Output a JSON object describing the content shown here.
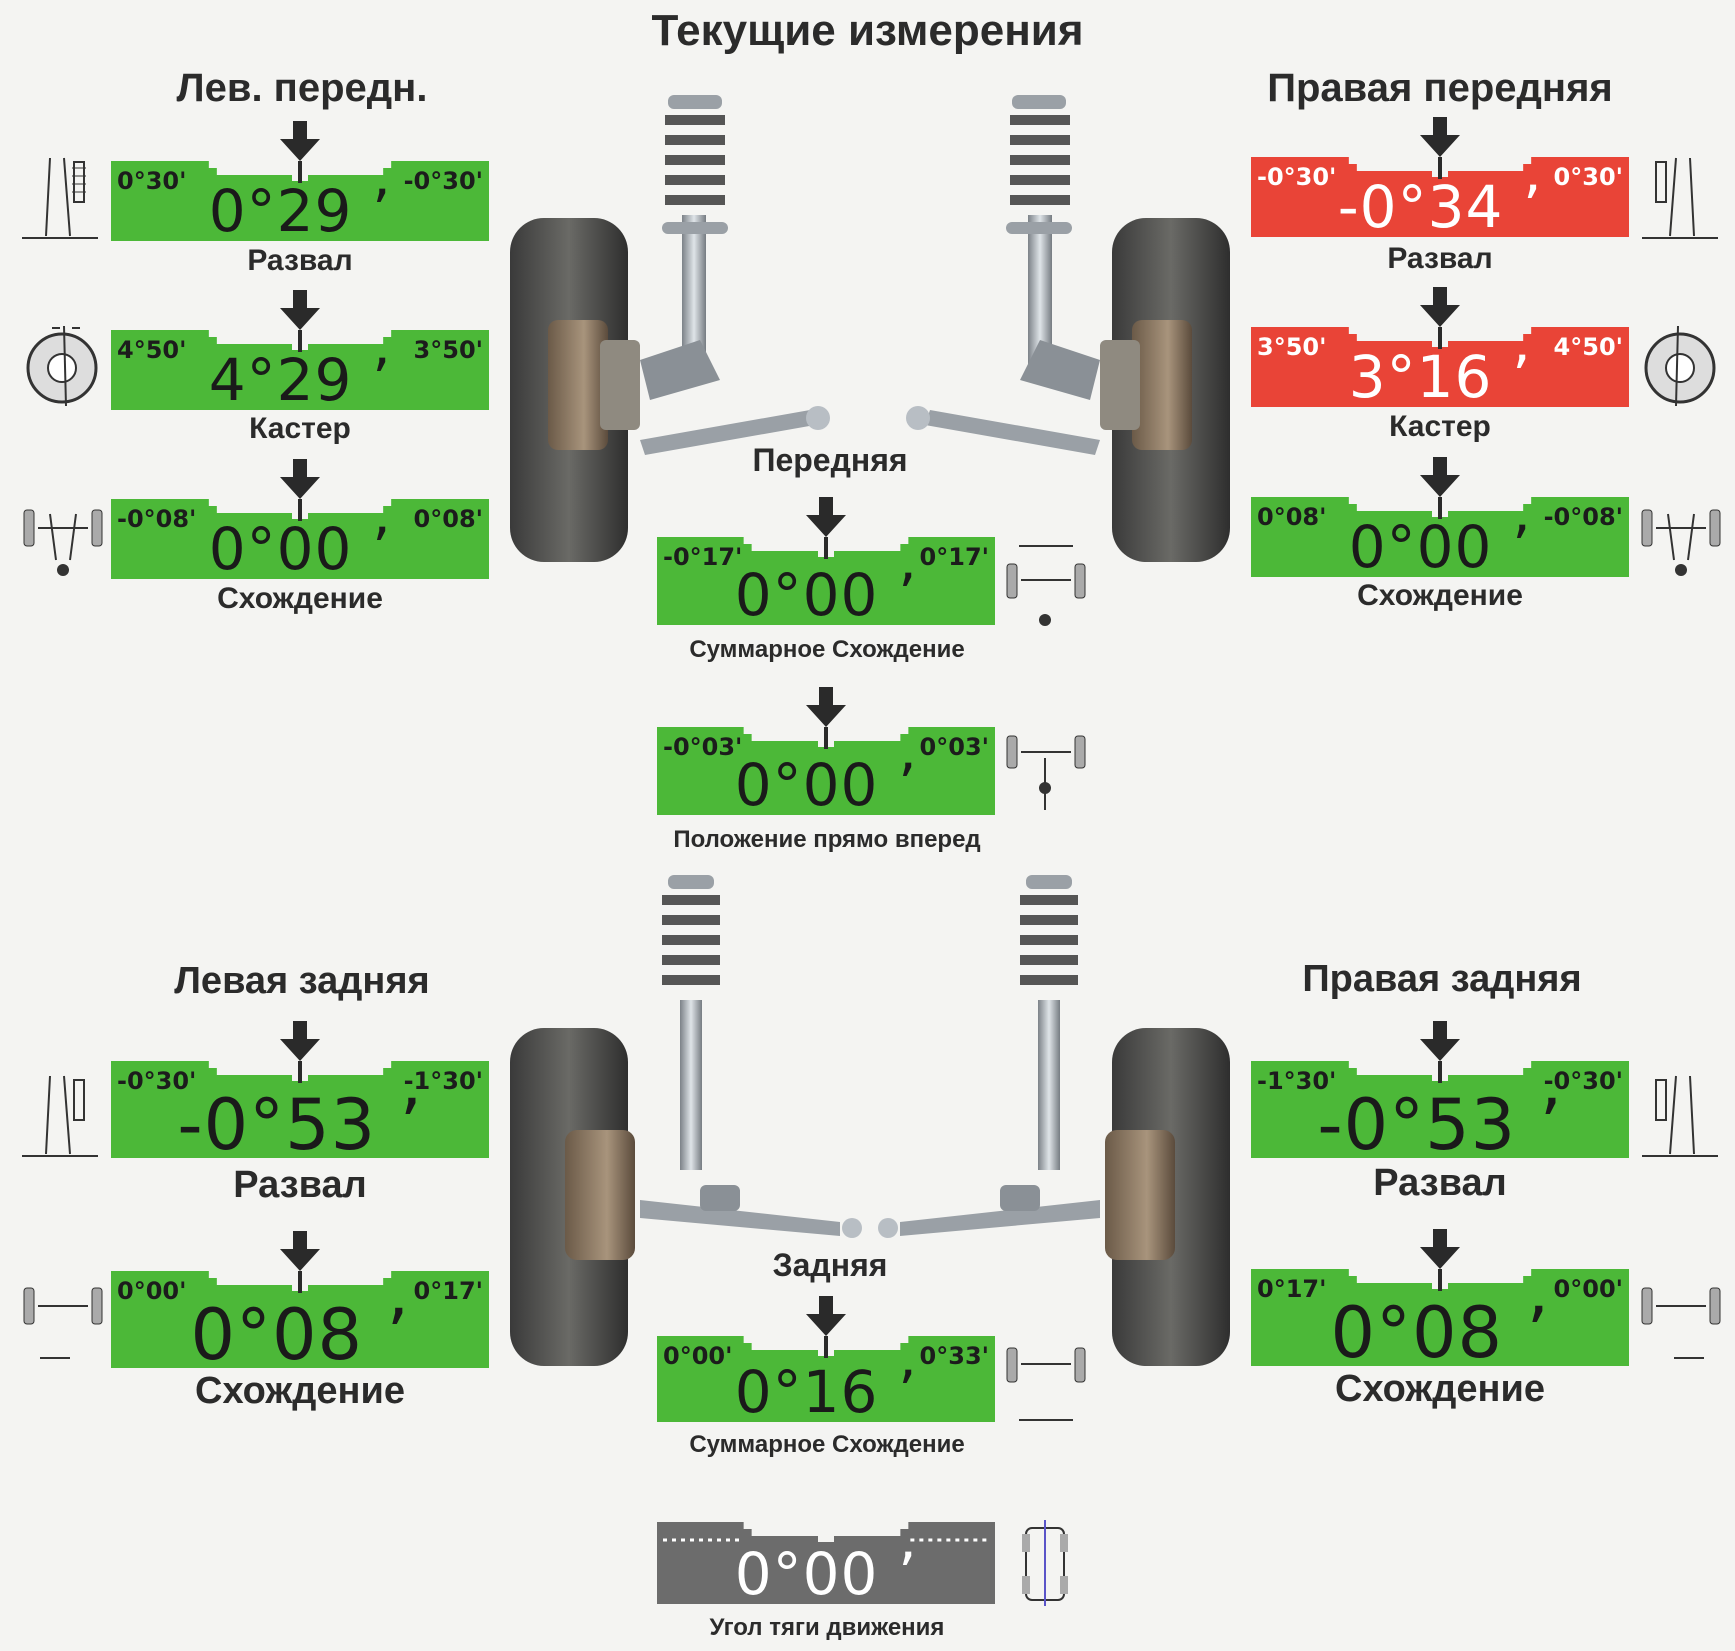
{
  "page_title": "Текущие измерения",
  "colors": {
    "ok": "#4cb838",
    "bad": "#e94437",
    "neutral": "#6c6c6c"
  },
  "front": {
    "axle_label": "Передняя",
    "left": {
      "title": "Лев. передн.",
      "camber": {
        "label": "Развал",
        "min": "0°30'",
        "max": "-0°30'",
        "value": "0°29",
        "status": "ok"
      },
      "caster": {
        "label": "Кастер",
        "min": "4°50'",
        "max": "3°50'",
        "value": "4°29",
        "status": "ok"
      },
      "toe": {
        "label": "Схождение",
        "min": "-0°08'",
        "max": "0°08'",
        "value": "0°00",
        "status": "ok"
      }
    },
    "right": {
      "title": "Правая передняя",
      "camber": {
        "label": "Развал",
        "min": "-0°30'",
        "max": "0°30'",
        "value": "-0°34",
        "status": "bad"
      },
      "caster": {
        "label": "Кастер",
        "min": "3°50'",
        "max": "4°50'",
        "value": "3°16",
        "status": "bad"
      },
      "toe": {
        "label": "Схождение",
        "min": "0°08'",
        "max": "-0°08'",
        "value": "0°00",
        "status": "ok"
      }
    },
    "total_toe": {
      "label": "Суммарное Схождение",
      "min": "-0°17'",
      "max": "0°17'",
      "value": "0°00",
      "status": "ok"
    },
    "straight_ahead": {
      "label": "Положение прямо вперед",
      "min": "-0°03'",
      "max": "0°03'",
      "value": "0°00",
      "status": "ok"
    }
  },
  "rear": {
    "axle_label": "Задняя",
    "left": {
      "title": "Левая задняя",
      "camber": {
        "label": "Развал",
        "min": "-0°30'",
        "max": "-1°30'",
        "value": "-0°53",
        "status": "ok"
      },
      "toe": {
        "label": "Схождение",
        "min": "0°00'",
        "max": "0°17'",
        "value": "0°08",
        "status": "ok"
      }
    },
    "right": {
      "title": "Правая задняя",
      "camber": {
        "label": "Развал",
        "min": "-1°30'",
        "max": "-0°30'",
        "value": "-0°53",
        "status": "ok"
      },
      "toe": {
        "label": "Схождение",
        "min": "0°17'",
        "max": "0°00'",
        "value": "0°08",
        "status": "ok"
      }
    },
    "total_toe": {
      "label": "Суммарное Схождение",
      "min": "0°00'",
      "max": "0°33'",
      "value": "0°16",
      "status": "ok"
    },
    "thrust_angle": {
      "label": "Угол тяги движения",
      "value": "0°00",
      "status": "neutral"
    }
  }
}
